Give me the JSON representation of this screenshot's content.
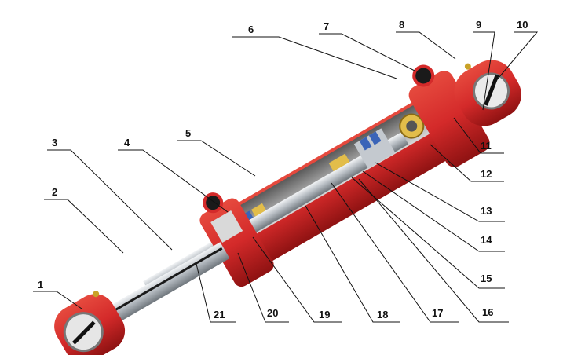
{
  "labels": {
    "l1": "1",
    "l2": "2",
    "l3": "3",
    "l4": "4",
    "l5": "5",
    "l6": "6",
    "l7": "7",
    "l8": "8",
    "l9": "9",
    "l10": "10",
    "l11": "11",
    "l12": "12",
    "l13": "13",
    "l14": "14",
    "l15": "15",
    "l16": "16",
    "l17": "17",
    "l18": "18",
    "l19": "19",
    "l20": "20",
    "l21": "21"
  },
  "colors": {
    "body_red": "#d42a2a",
    "body_red_dark": "#9c1414",
    "rod_steel": "#c9ced3",
    "seal_blue": "#3a64b8",
    "bushing_gold": "#e2bd4a",
    "line": "#111111"
  }
}
